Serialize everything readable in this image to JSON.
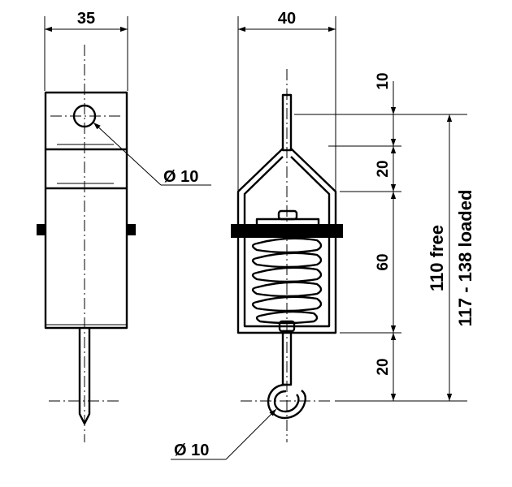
{
  "left_view": {
    "width_label": "35",
    "hole_label": "Ø 10"
  },
  "right_view": {
    "width_label": "40",
    "hook_label": "Ø 10"
  },
  "vertical_dims": {
    "d1": "10",
    "d2": "20",
    "d3": "60",
    "d4": "20",
    "overall_free": "110 free",
    "overall_loaded": "117 - 138 loaded"
  }
}
